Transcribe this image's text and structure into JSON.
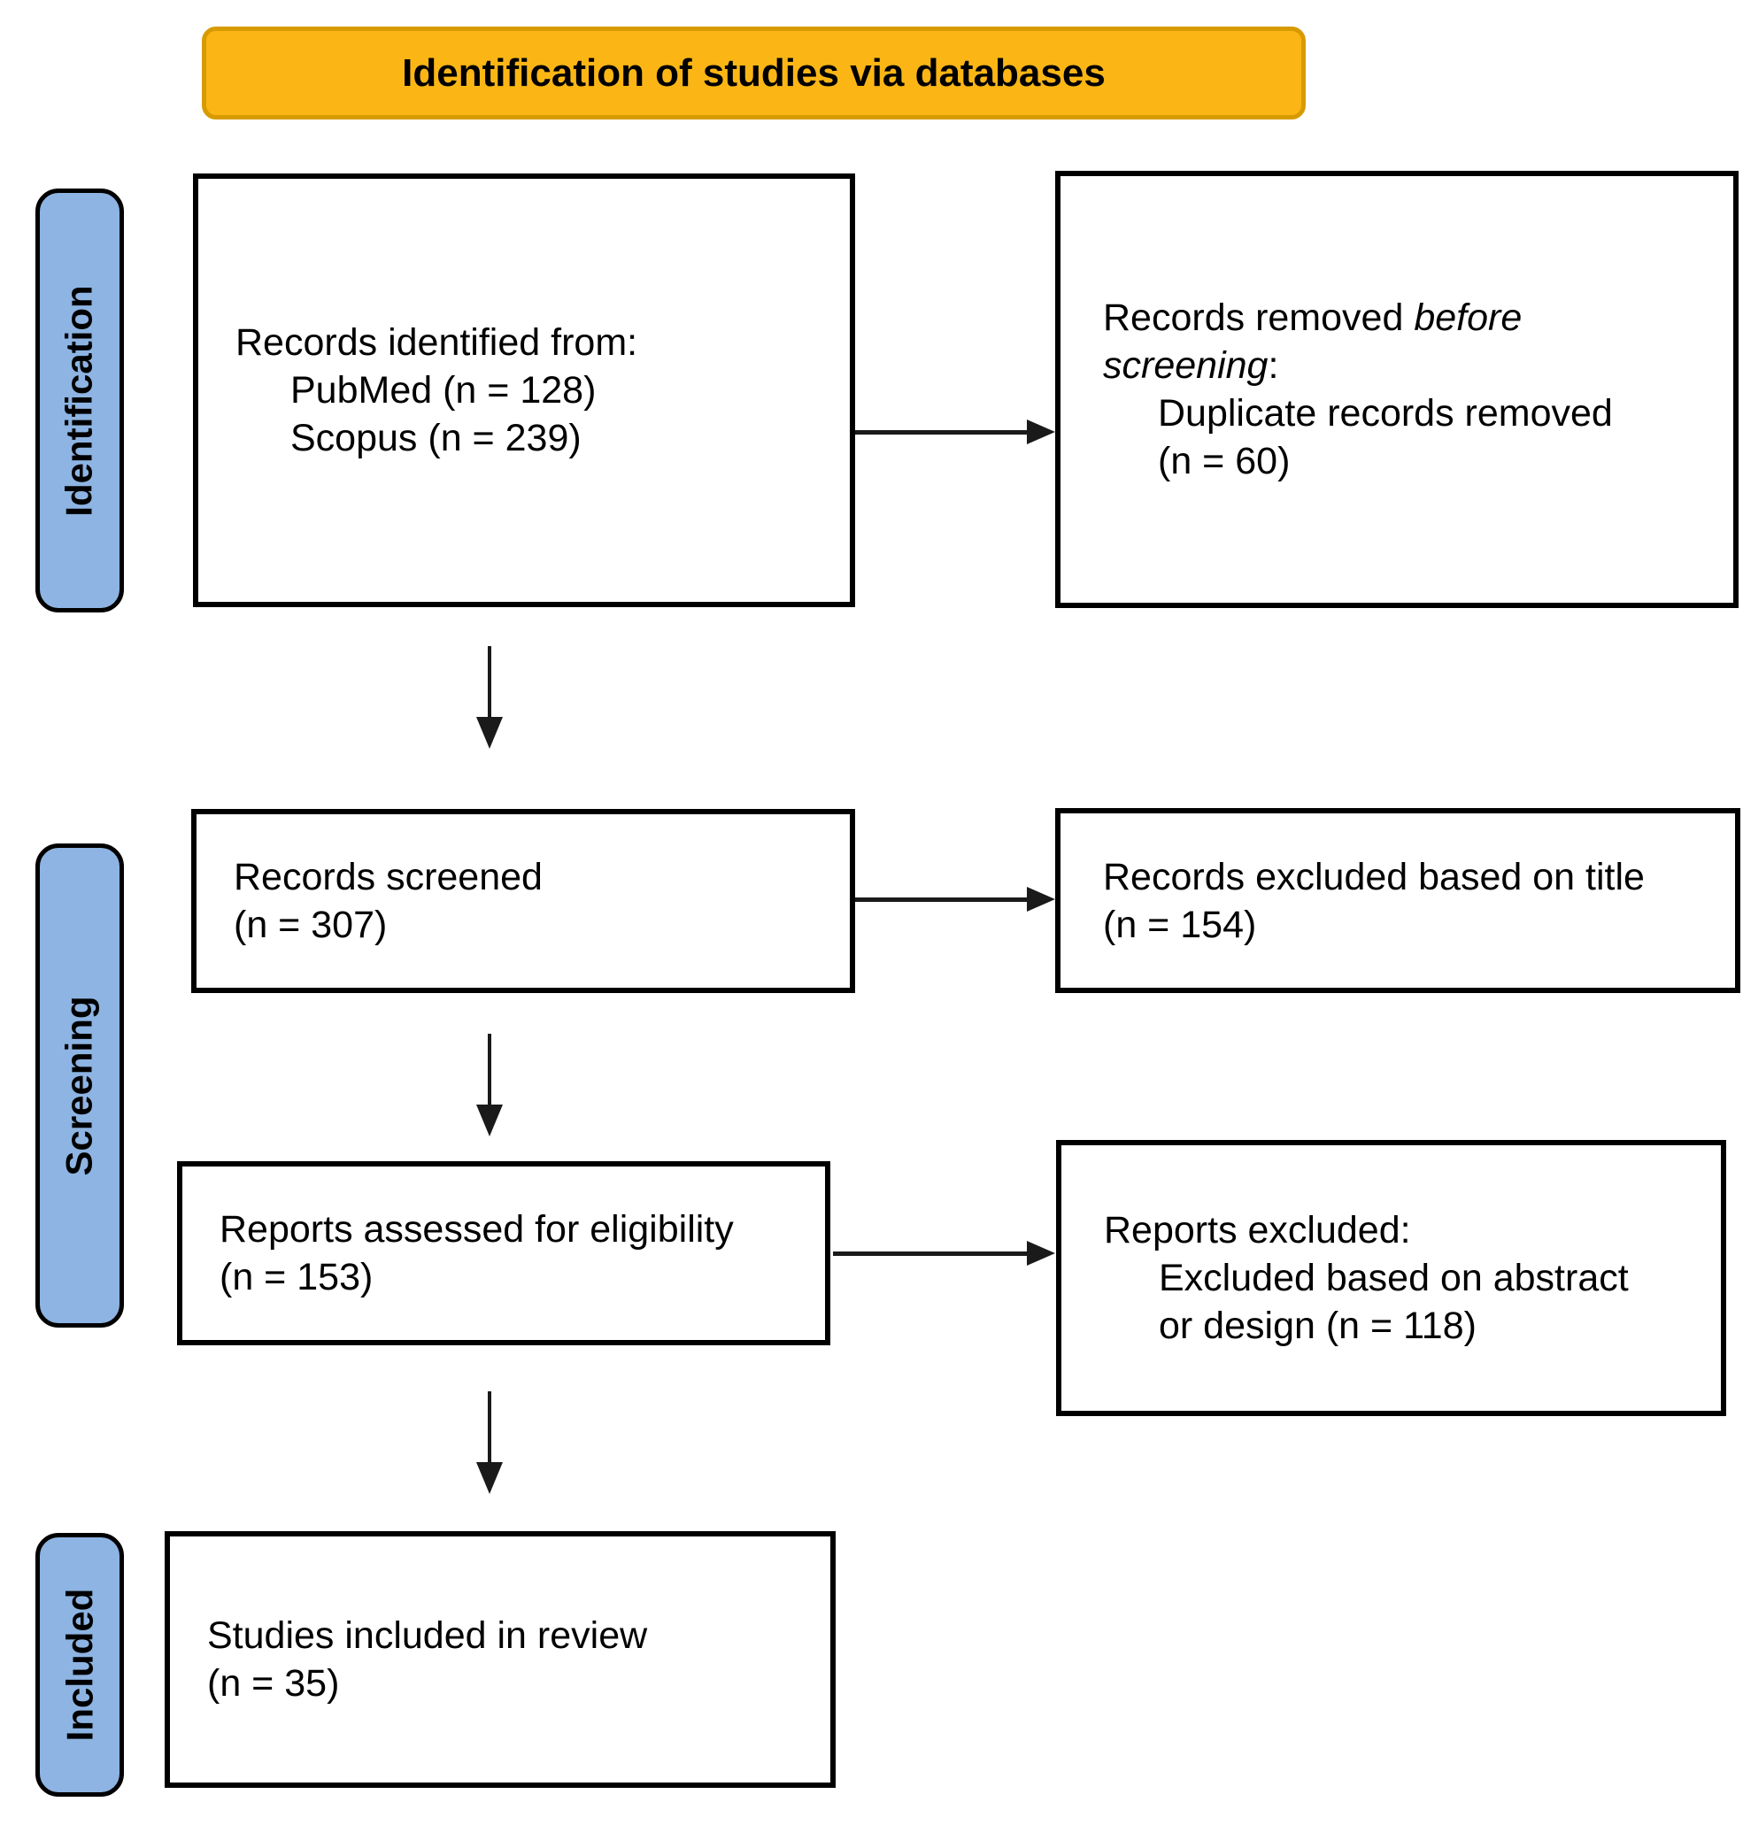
{
  "banner": {
    "title": "Identification of studies via databases"
  },
  "stages": {
    "identification": "Identification",
    "screening": "Screening",
    "included": "Included"
  },
  "boxes": {
    "records_identified": {
      "heading": "Records identified from:",
      "item1": "PubMed (n = 128)",
      "item2": "Scopus (n = 239)"
    },
    "records_removed": {
      "lead": "Records removed ",
      "italic1": "before",
      "italic2": "screening",
      "colon": ":",
      "item1": "Duplicate records removed",
      "item2": "(n = 60)"
    },
    "records_screened": {
      "line1": "Records screened",
      "line2": "(n = 307)"
    },
    "records_excluded_title": {
      "line1": "Records excluded based on title",
      "line2": "(n = 154)"
    },
    "reports_assessed": {
      "line1": "Reports assessed for eligibility",
      "line2": "(n = 153)"
    },
    "reports_excluded": {
      "heading": "Reports excluded:",
      "item1": "Excluded based on abstract",
      "item2": "or design (n = 118)"
    },
    "studies_included": {
      "line1": "Studies included in review",
      "line2": "(n = 35)"
    }
  },
  "colors": {
    "banner_fill": "#FBB615",
    "banner_border": "#D79B00",
    "stage_fill": "#8DB4E2",
    "stage_border": "#000000",
    "box_border": "#000000",
    "arrow": "#1A1A1A"
  }
}
